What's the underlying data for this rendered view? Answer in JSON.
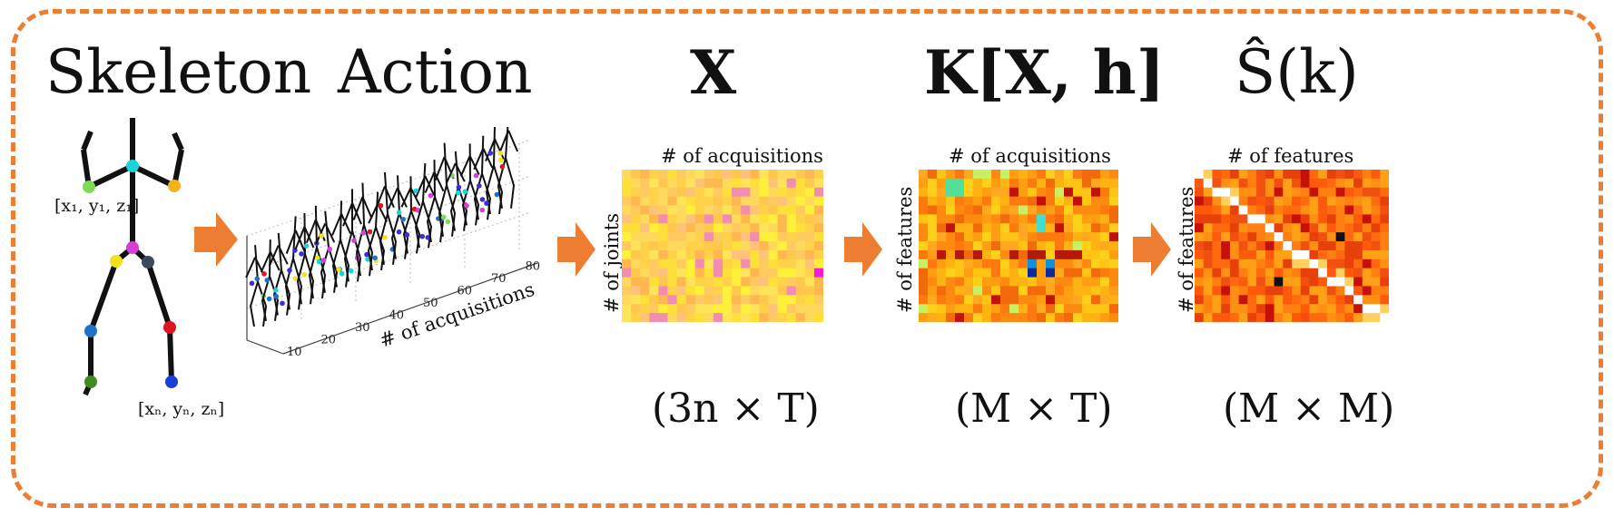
{
  "titles": {
    "skeleton": "Skeleton",
    "action": "Action",
    "x": "X",
    "k": "K[X, h]",
    "s": "Ŝ(k)"
  },
  "skeleton": {
    "coord_first": "[x₁, y₁, z₁]",
    "coord_last": "[xₙ, yₙ, zₙ]"
  },
  "action_plot": {
    "axis_label": "# of acquisitions",
    "ticks": [
      "10",
      "20",
      "30",
      "40",
      "50",
      "60",
      "70",
      "80"
    ]
  },
  "matrices": {
    "x": {
      "top_label": "# of acquisitions",
      "side_label": "# of joints",
      "dims": "(3n × T)"
    },
    "k": {
      "top_label": "# of acquisitions",
      "side_label": "# of features",
      "dims": "(M × T)"
    },
    "s": {
      "top_label": "# of features",
      "side_label": "# of features",
      "dims": "(M × M)"
    }
  },
  "colors": {
    "frame": "#ED7D31",
    "arrow": "#ED7D31"
  }
}
